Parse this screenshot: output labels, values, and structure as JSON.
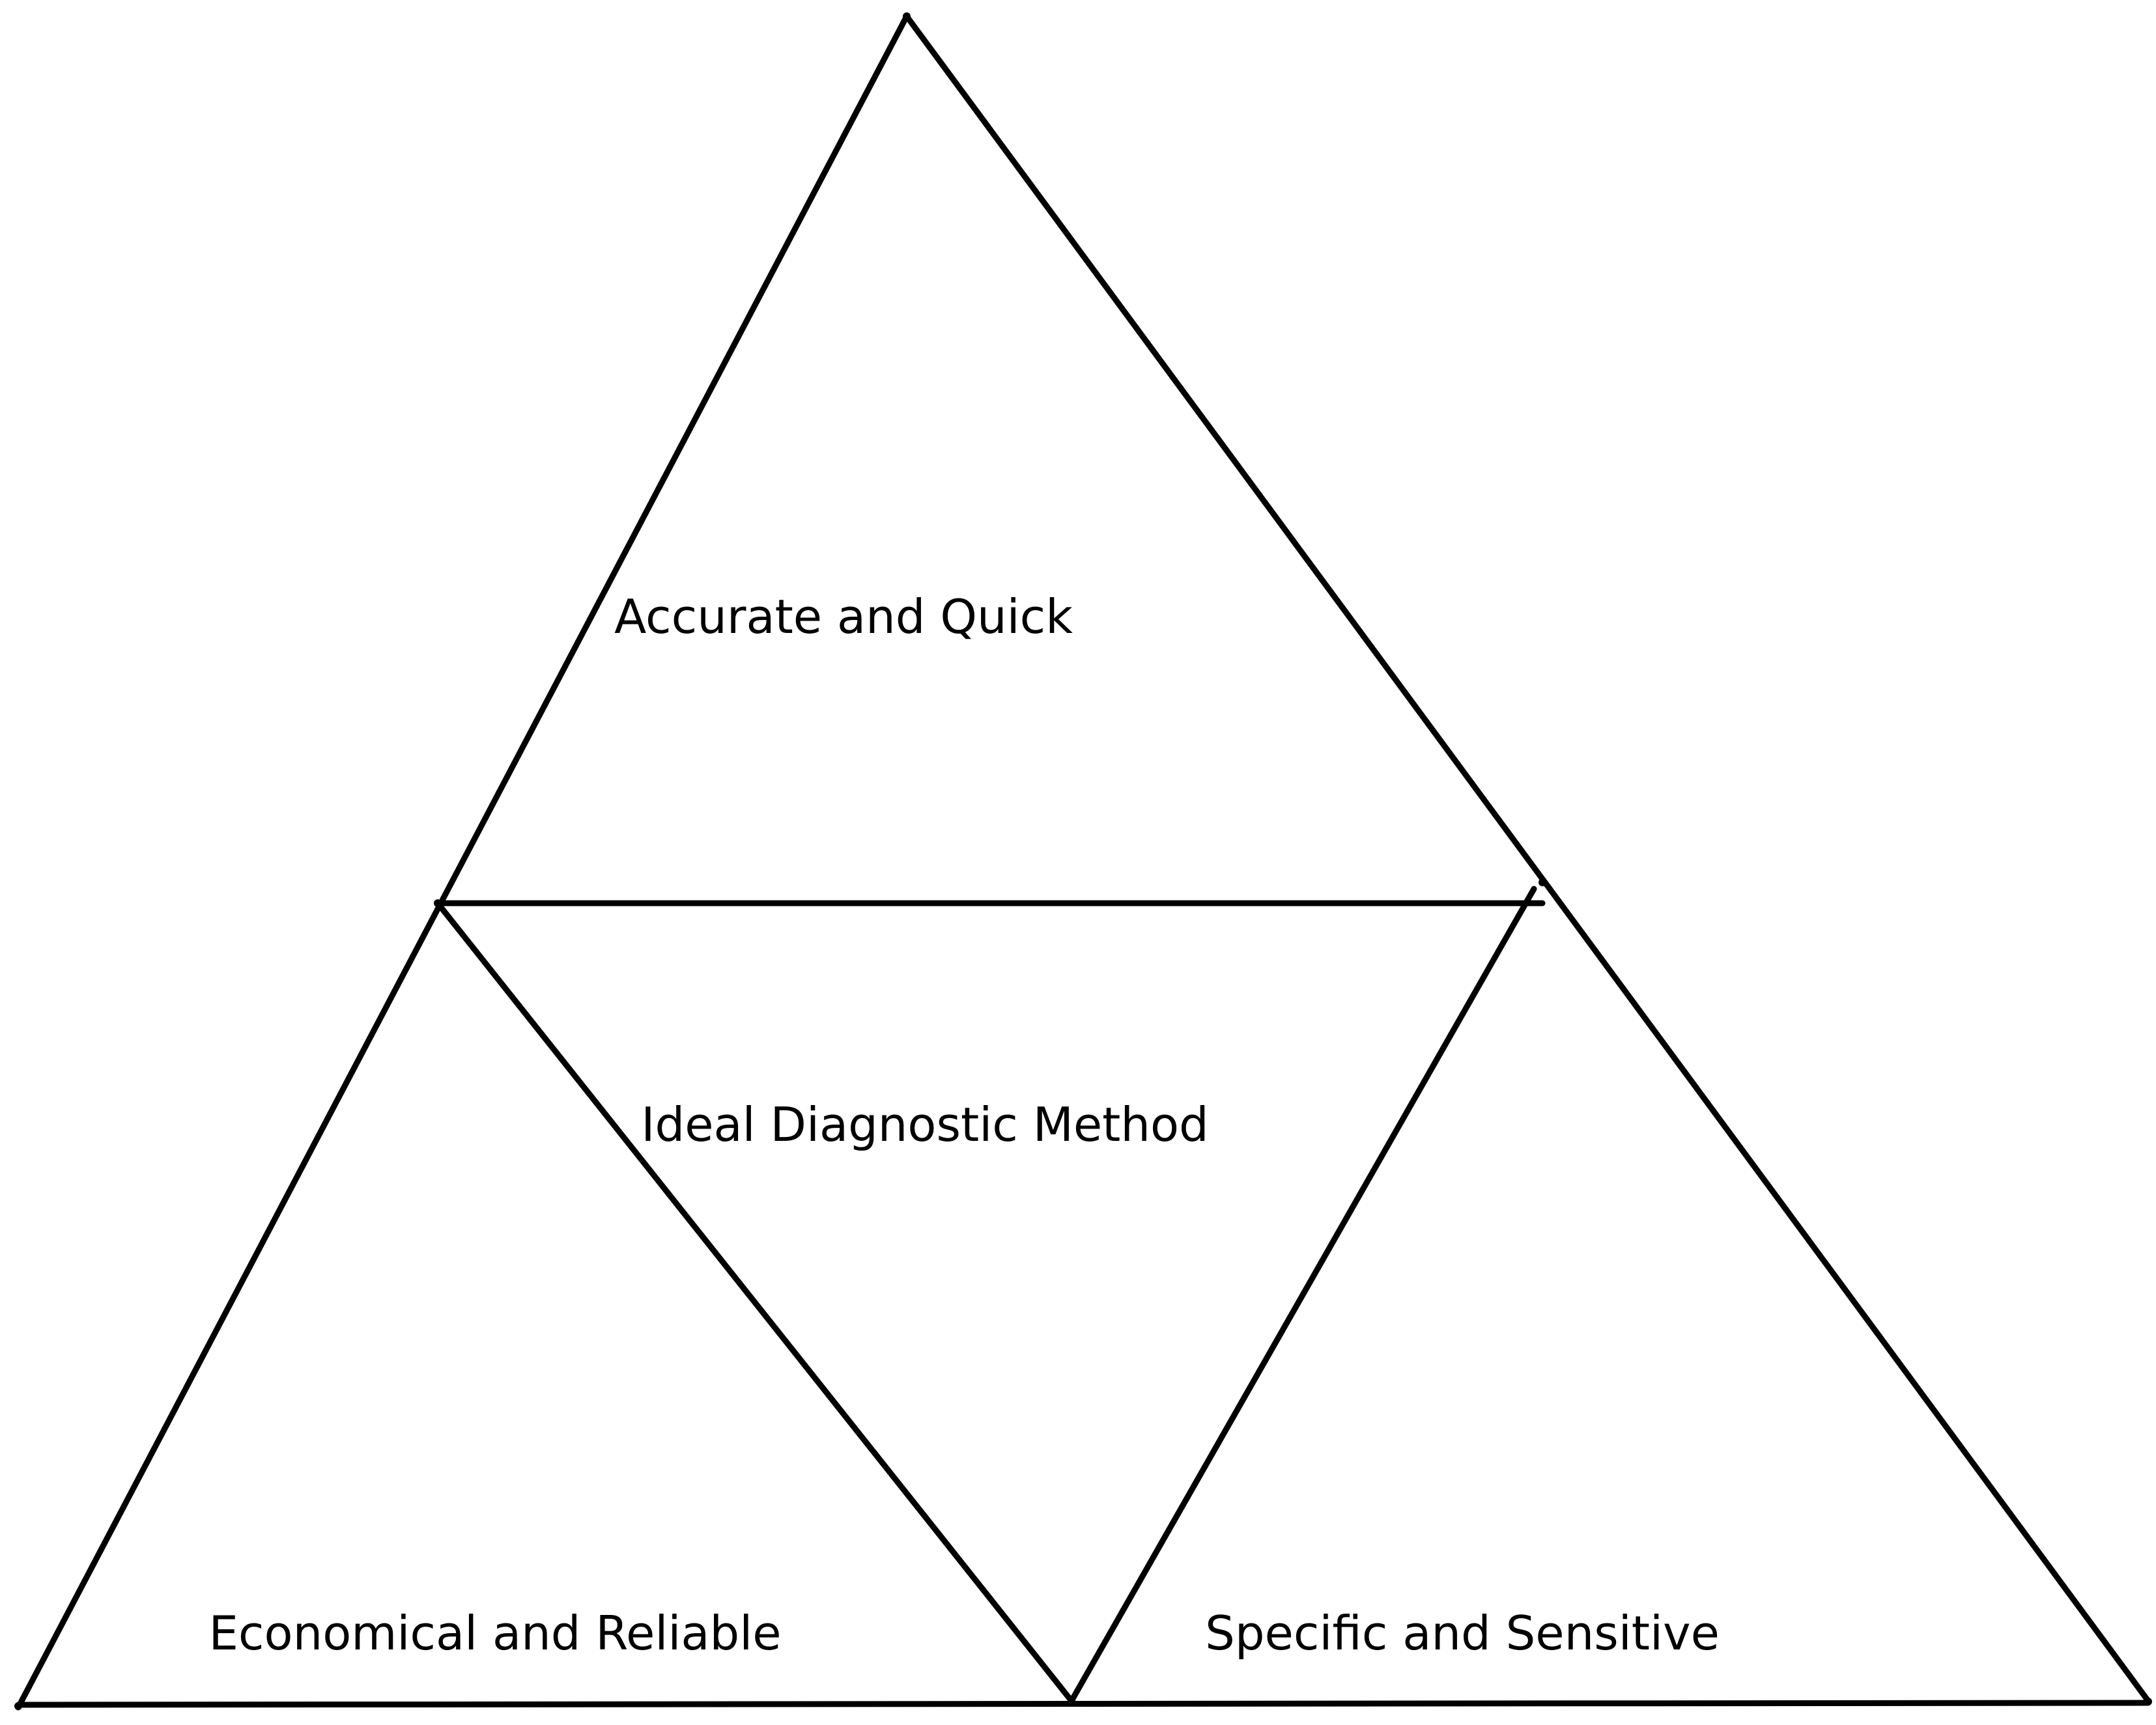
{
  "diagram": {
    "labels": {
      "top": "Accurate and Quick",
      "center": "Ideal Diagnostic Method",
      "bottom_left": "Economical and Reliable",
      "bottom_right": "Specific and Sensitive"
    },
    "colors": {
      "line": "#000000",
      "background": "#ffffff",
      "text": "#000000"
    }
  }
}
